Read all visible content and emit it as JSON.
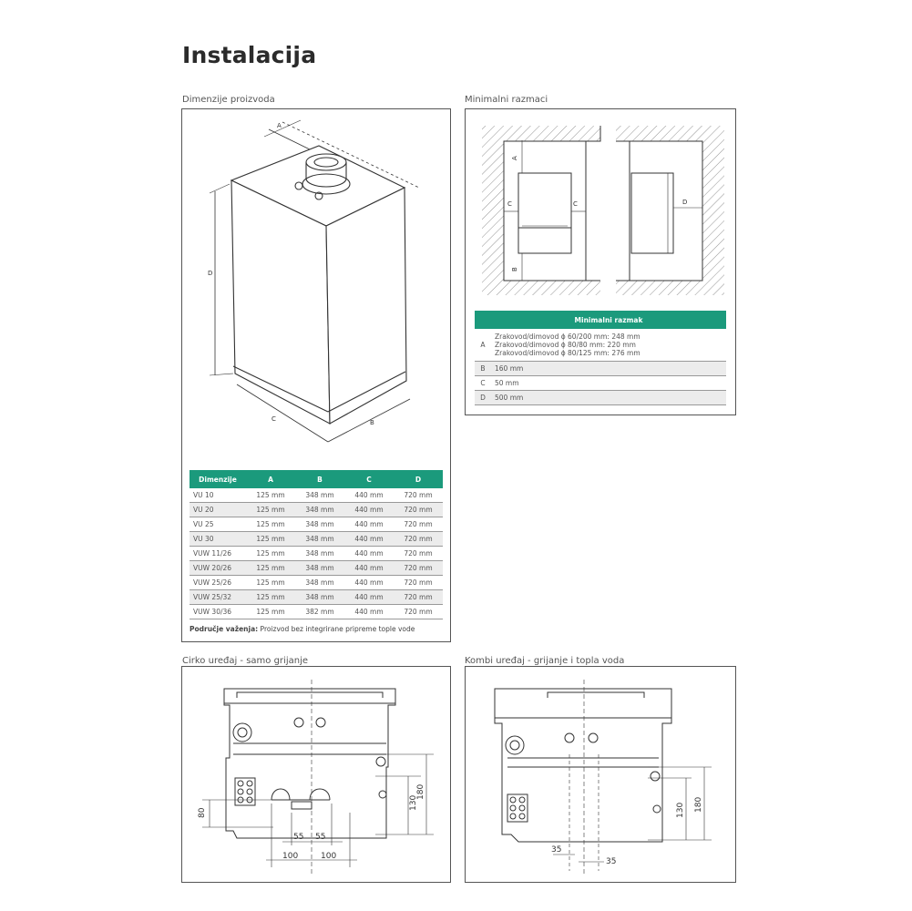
{
  "page": {
    "title": "Instalacija"
  },
  "dimensions": {
    "caption": "Dimenzije proizvoda",
    "drawing_labels": {
      "a": "A",
      "b": "B",
      "c": "C",
      "d": "D"
    },
    "table": {
      "headers": [
        "Dimenzije",
        "A",
        "B",
        "C",
        "D"
      ],
      "rows": [
        [
          "VU 10",
          "125 mm",
          "348 mm",
          "440 mm",
          "720 mm"
        ],
        [
          "VU 20",
          "125 mm",
          "348 mm",
          "440 mm",
          "720 mm"
        ],
        [
          "VU 25",
          "125 mm",
          "348 mm",
          "440 mm",
          "720 mm"
        ],
        [
          "VU 30",
          "125 mm",
          "348 mm",
          "440 mm",
          "720 mm"
        ],
        [
          "VUW 11/26",
          "125 mm",
          "348 mm",
          "440 mm",
          "720 mm"
        ],
        [
          "VUW 20/26",
          "125 mm",
          "348 mm",
          "440 mm",
          "720 mm"
        ],
        [
          "VUW 25/26",
          "125 mm",
          "348 mm",
          "440 mm",
          "720 mm"
        ],
        [
          "VUW 25/32",
          "125 mm",
          "348 mm",
          "440 mm",
          "720 mm"
        ],
        [
          "VUW 30/36",
          "125 mm",
          "382 mm",
          "440 mm",
          "720 mm"
        ]
      ]
    },
    "note_label": "Područje važenja:",
    "note_text": "Proizvod bez integrirane pripreme tople vode"
  },
  "clearances": {
    "caption": "Minimalni razmaci",
    "drawing_labels": {
      "a": "A",
      "b": "B",
      "c": "C",
      "d": "D"
    },
    "table": {
      "header": "Minimalni razmak",
      "rows": [
        {
          "key": "A",
          "lines": [
            "Zrakovod/dimovod ϕ 60/200 mm: 248 mm",
            "Zrakovod/dimovod ϕ 80/80 mm: 220 mm",
            "Zrakovod/dimovod ϕ 80/125 mm: 276 mm"
          ]
        },
        {
          "key": "B",
          "lines": [
            "160 mm"
          ]
        },
        {
          "key": "C",
          "lines": [
            "50 mm"
          ]
        },
        {
          "key": "D",
          "lines": [
            "500 mm"
          ]
        }
      ]
    }
  },
  "cirko": {
    "caption": "Cirko uređaj - samo grijanje",
    "dims": {
      "d80": "80",
      "d55a": "55",
      "d55b": "55",
      "d100a": "100",
      "d100b": "100",
      "d130": "130",
      "d180": "180"
    }
  },
  "kombi": {
    "caption": "Kombi uređaj - grijanje i topla voda",
    "dims": {
      "d35a": "35",
      "d35b": "35",
      "d130": "130",
      "d180": "180"
    }
  }
}
